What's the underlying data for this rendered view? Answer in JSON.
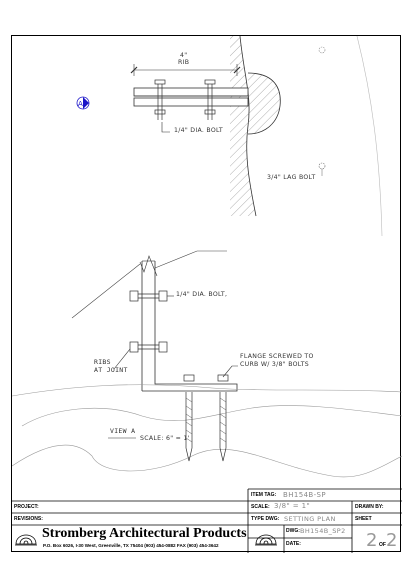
{
  "drawing": {
    "top_detail": {
      "dimension": "4\"",
      "dimension_sub": "RIB",
      "bolt_label": "1/4\" DIA. BOLT",
      "lag_label": "3/4\" LAG BOLT"
    },
    "bottom_detail": {
      "bolt_label": "1/4\" DIA. BOLT,",
      "ribs_label_1": "RIBS",
      "ribs_label_2": "AT JOINT",
      "flange_label_1": "FLANGE SCREWED TO",
      "flange_label_2": "CURB W/ 3/8\" BOLTS",
      "view_label": "VIEW A",
      "scale_label": "SCALE: 6\" = 1'"
    }
  },
  "title_block": {
    "project_label": "PROJECT:",
    "revisions_label": "REVISIONS:",
    "item_tag_label": "ITEM TAG:",
    "item_tag_value": "BH154B-SP",
    "scale_label": "SCALE:",
    "scale_value": "3/8\" = 1\"",
    "type_dwg_label": "TYPE DWG:",
    "type_dwg_value": "SETTING PLAN",
    "dwg_label": "DWG:",
    "dwg_value": "BH154B_SP2",
    "date_label": "DATE:",
    "drawn_by_label": "DRAWN BY:",
    "sheet_label": "SHEET",
    "sheet_number": "2",
    "sheet_of": "OF",
    "sheet_total": "2",
    "company_name": "Stromberg Architectural Products",
    "company_address": "P.O. Box 6026, I-30 West, Greenville, TX 75404  (903) 454-0882   FAX (903) 454-3642"
  }
}
